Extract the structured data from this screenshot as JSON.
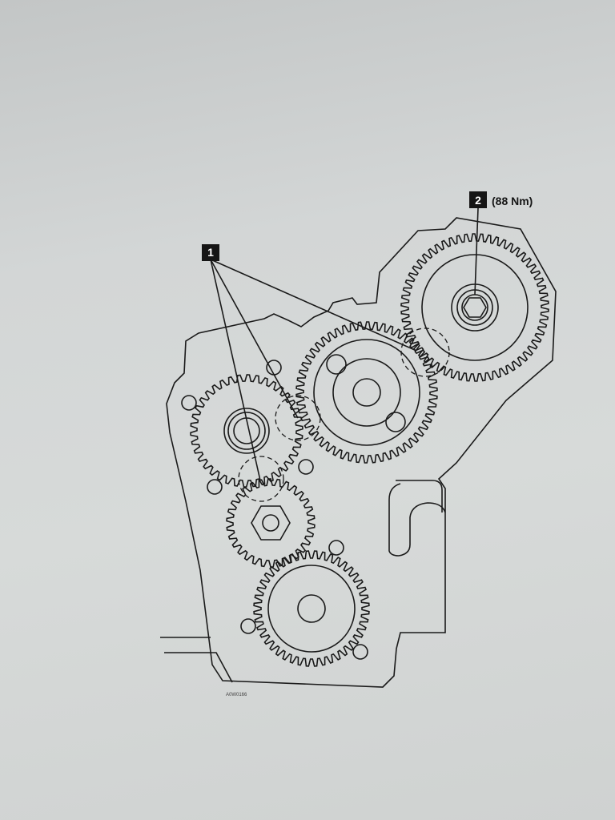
{
  "diagram": {
    "callouts": [
      {
        "number": "1"
      },
      {
        "number": "2",
        "note": "(88 Nm)"
      }
    ],
    "figure_id": "A0W0166"
  }
}
